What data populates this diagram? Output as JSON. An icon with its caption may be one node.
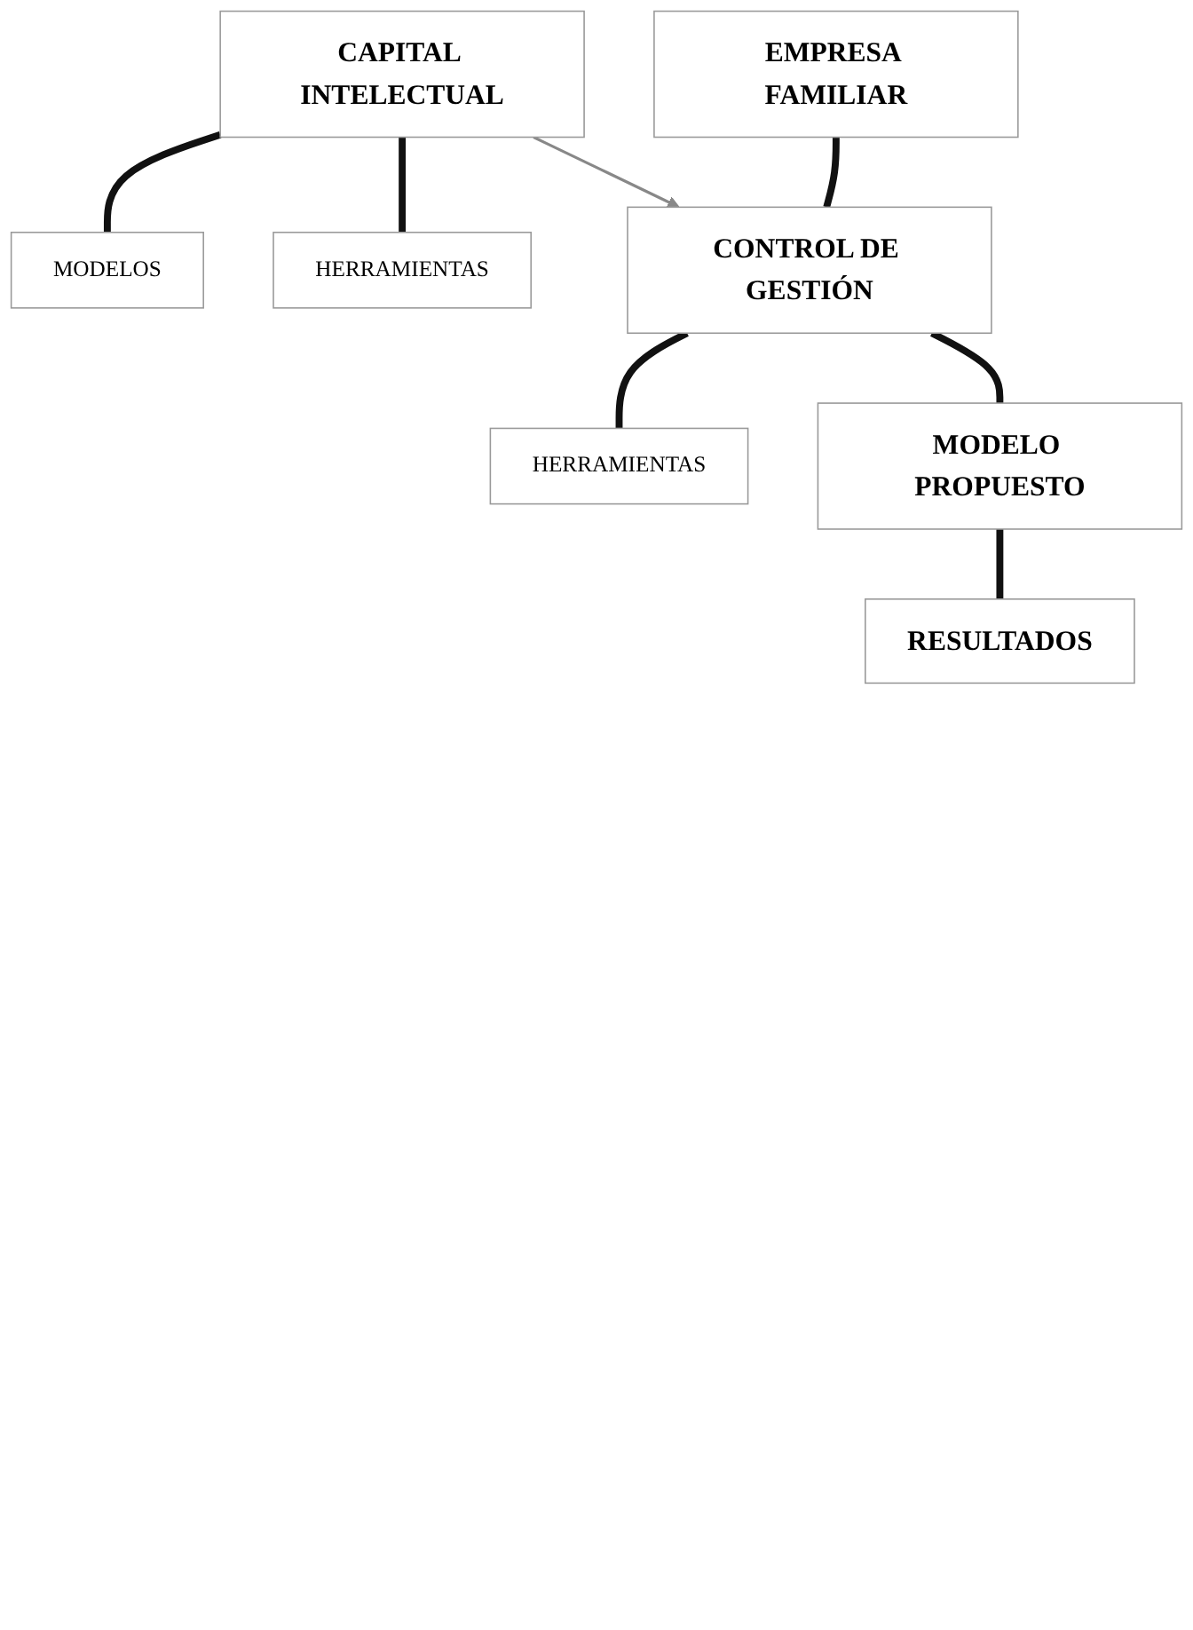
{
  "diagram": {
    "nodes": [
      {
        "text": [
          "EMPRESA FAMILIAR"
        ]
      },
      {
        "text": [
          "CAPITAL INTELECTUAL"
        ]
      },
      {
        "text": [
          "MODELOS"
        ]
      },
      {
        "text": [
          "HERRAMIENTAS"
        ]
      },
      {
        "text": [
          "CONTROL DE GESTIÓN"
        ]
      },
      {
        "text": [
          "HERRAMIENTAS"
        ]
      },
      {
        "text": [
          "MODELO PROPUESTO"
        ]
      },
      {
        "text": [
          "RESULTADOS"
        ]
      }
    ],
    "edges": [
      {
        "from": 0,
        "to": 4,
        "arrow": "none"
      },
      {
        "from": 1,
        "to": 4,
        "arrow": "to",
        "color": "#888888"
      },
      {
        "from": 1,
        "to": 2,
        "arrow": "none"
      },
      {
        "from": 1,
        "to": 3,
        "arrow": "none"
      },
      {
        "from": 4,
        "to": 5,
        "arrow": "none"
      },
      {
        "from": 4,
        "to": 6,
        "arrow": "none"
      },
      {
        "from": 6,
        "to": 7,
        "arrow": "none"
      }
    ]
  }
}
